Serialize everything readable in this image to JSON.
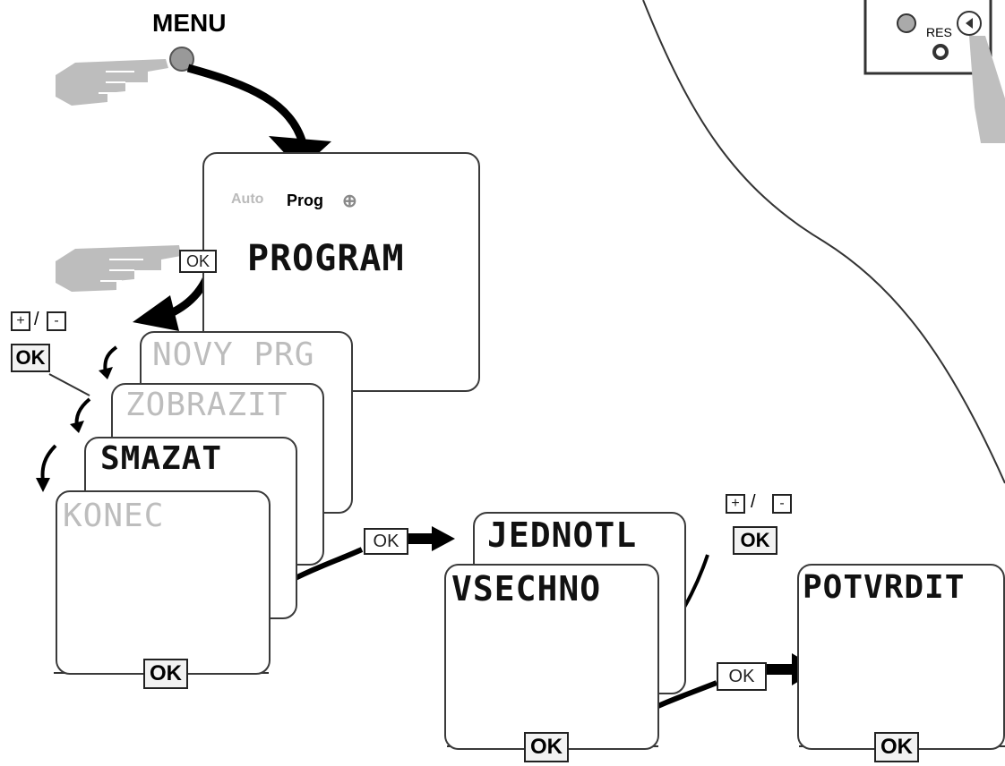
{
  "menu_label": "MENU",
  "top_right": {
    "res_label": "RES"
  },
  "mode_bar": {
    "auto": "Auto",
    "prog": "Prog"
  },
  "program_screen": {
    "title": "PROGRAM"
  },
  "menu_stack": [
    "NOVY PRG",
    "ZOBRAZIT",
    "SMAZAT",
    "KONEC"
  ],
  "delete_stack": [
    "JEDNOTL",
    "VSECHNO"
  ],
  "confirm_screen": {
    "title": "POTVRDIT"
  },
  "keys": {
    "ok": "OK",
    "plus": "+",
    "minus": "-",
    "slash": "/"
  }
}
